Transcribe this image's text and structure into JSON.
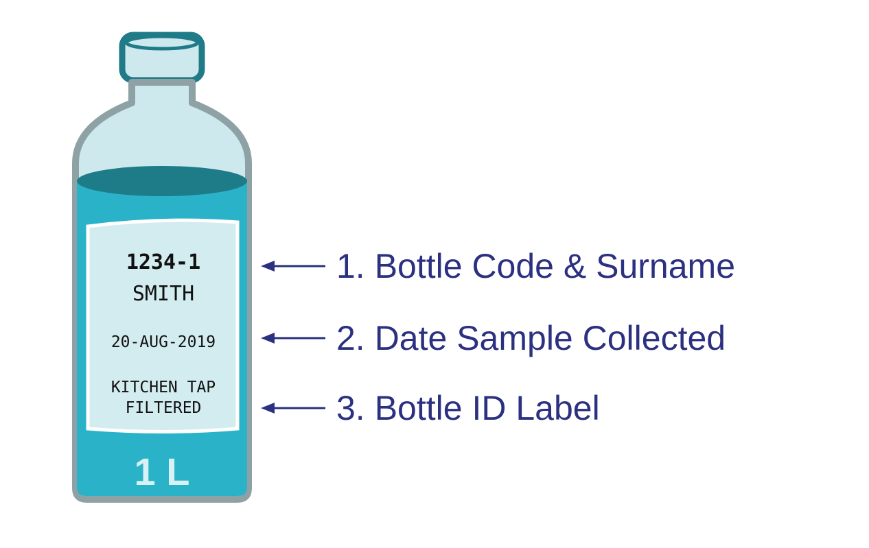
{
  "bottle": {
    "label_line_1": "1234-1",
    "label_line_2": "SMITH",
    "label_line_3": "20-AUG-2019",
    "label_line_4": "KITCHEN TAP",
    "label_line_5": "FILTERED",
    "volume": "1 L"
  },
  "callouts": [
    {
      "number": "1.",
      "text": "Bottle Code & Surname"
    },
    {
      "number": "2.",
      "text": "Date Sample Collected"
    },
    {
      "number": "3.",
      "text": "Bottle ID Label"
    }
  ],
  "colors": {
    "water": "#2ab3c8",
    "water_surface": "#1e7b88",
    "glass": "#cde9ee",
    "outline": "#8ea1a4",
    "label": "#d3ecf0",
    "volume_text": "#d7f1f5",
    "callout_text": "#2b3080"
  }
}
